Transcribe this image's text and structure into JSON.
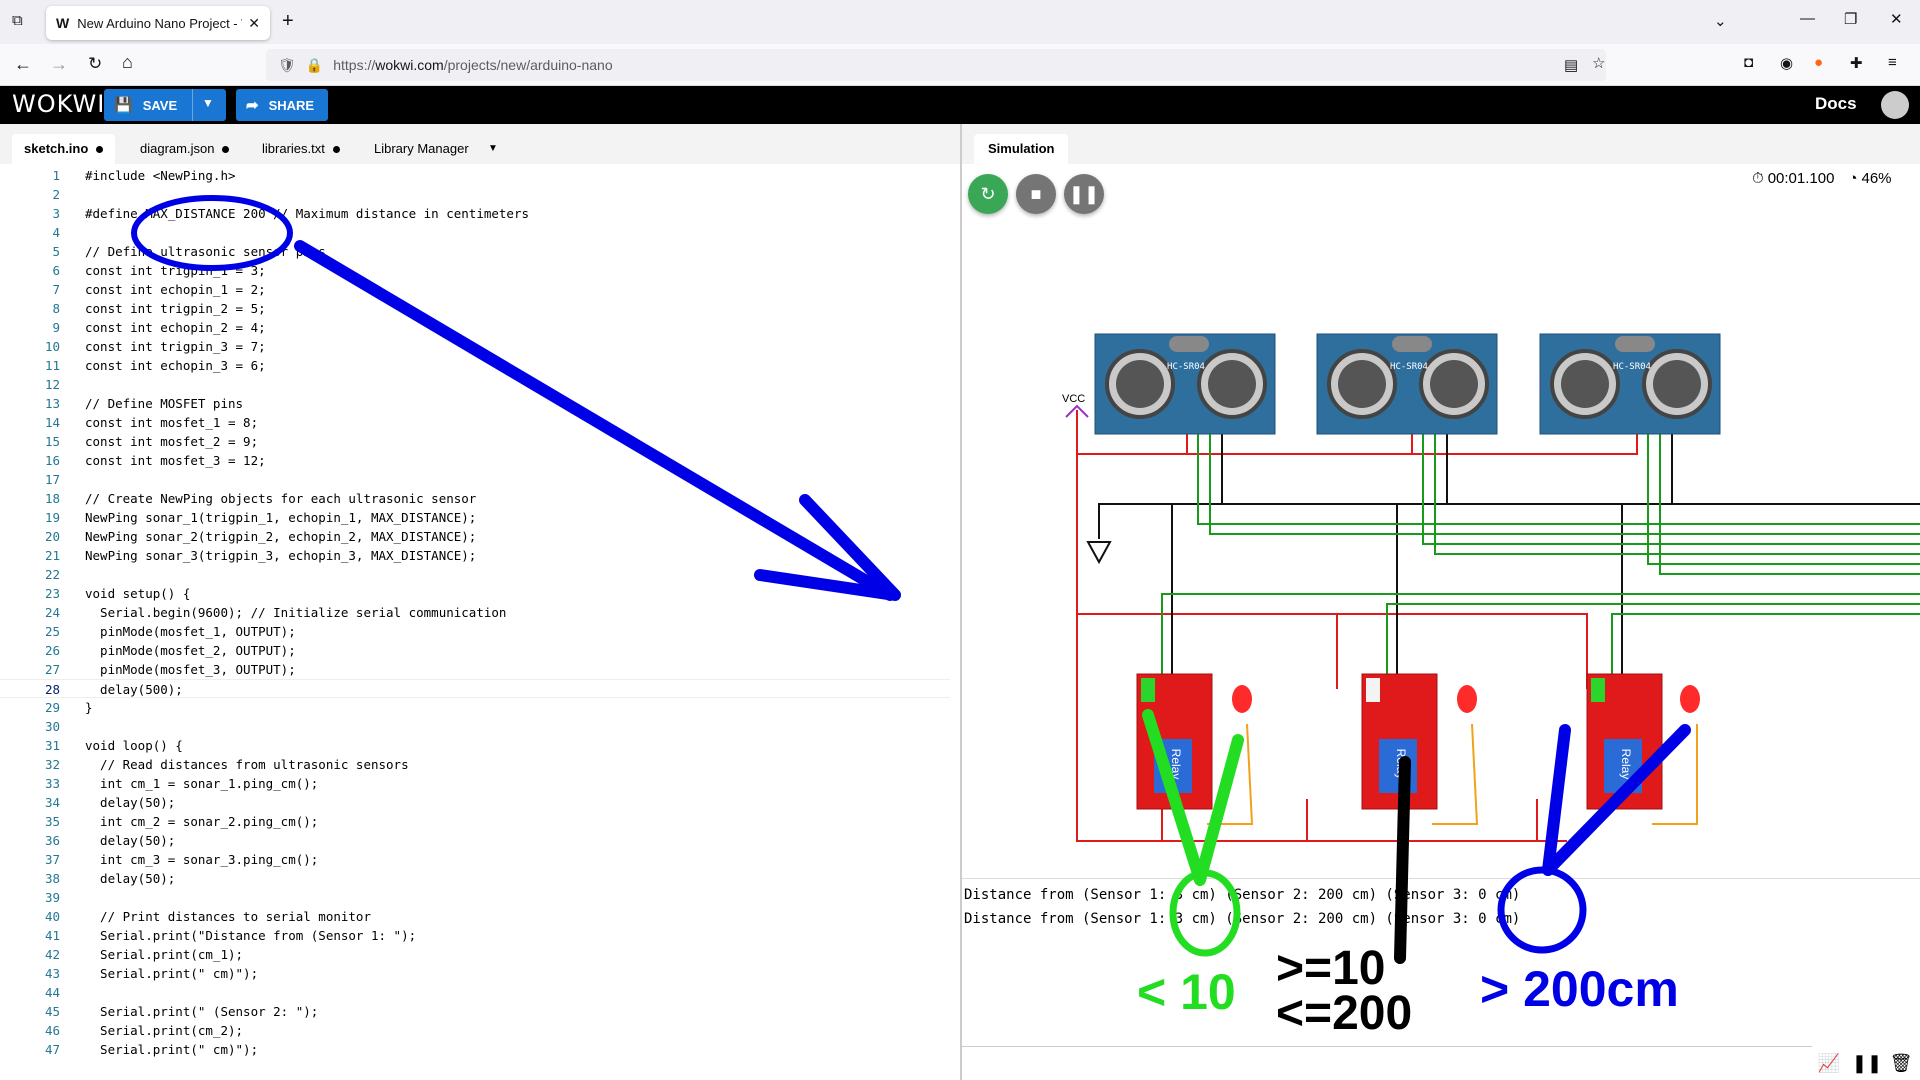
{
  "browser": {
    "tab_title": "New Arduino Nano Project - W",
    "tab_favicon": "W",
    "url_prefix": "https://",
    "url_host": "wokwi.com",
    "url_path": "/projects/new/arduino-nano"
  },
  "header": {
    "logo": "WOKWI",
    "save_label": "SAVE",
    "share_label": "SHARE",
    "docs_label": "Docs"
  },
  "editor": {
    "tabs": [
      "sketch.ino",
      "diagram.json",
      "libraries.txt",
      "Library Manager"
    ],
    "lines": [
      "#include <NewPing.h>",
      "",
      "#define MAX_DISTANCE 200 // Maximum distance in centimeters",
      "",
      "// Define ultrasonic sensor pins",
      "const int trigpin_1 = 3;",
      "const int echopin_1 = 2;",
      "const int trigpin_2 = 5;",
      "const int echopin_2 = 4;",
      "const int trigpin_3 = 7;",
      "const int echopin_3 = 6;",
      "",
      "// Define MOSFET pins",
      "const int mosfet_1 = 8;",
      "const int mosfet_2 = 9;",
      "const int mosfet_3 = 12;",
      "",
      "// Create NewPing objects for each ultrasonic sensor",
      "NewPing sonar_1(trigpin_1, echopin_1, MAX_DISTANCE);",
      "NewPing sonar_2(trigpin_2, echopin_2, MAX_DISTANCE);",
      "NewPing sonar_3(trigpin_3, echopin_3, MAX_DISTANCE);",
      "",
      "void setup() {",
      "  Serial.begin(9600); // Initialize serial communication",
      "  pinMode(mosfet_1, OUTPUT);",
      "  pinMode(mosfet_2, OUTPUT);",
      "  pinMode(mosfet_3, OUTPUT);",
      "  delay(500);",
      "}",
      "",
      "void loop() {",
      "  // Read distances from ultrasonic sensors",
      "  int cm_1 = sonar_1.ping_cm();",
      "  delay(50);",
      "  int cm_2 = sonar_2.ping_cm();",
      "  delay(50);",
      "  int cm_3 = sonar_3.ping_cm();",
      "  delay(50);",
      "",
      "  // Print distances to serial monitor",
      "  Serial.print(\"Distance from (Sensor 1: \");",
      "  Serial.print(cm_1);",
      "  Serial.print(\" cm)\");",
      "",
      "  Serial.print(\" (Sensor 2: \");",
      "  Serial.print(cm_2);",
      "  Serial.print(\" cm)\");"
    ]
  },
  "simulation": {
    "tab_label": "Simulation",
    "timer": "00:01.100",
    "speed": "46%",
    "vcc_label": "VCC",
    "sensor_label": "HC-SR04",
    "relay_label": "Relay",
    "serial_lines": [
      "Distance from (Sensor 1: 3 cm) (Sensor 2: 200 cm) (Sensor 3: 0 cm)",
      "Distance from (Sensor 1: 3 cm) (Sensor 2: 200 cm) (Sensor 3: 0 cm)"
    ]
  },
  "annotations": {
    "green_label": "< 10",
    "black_label_1": ">=10",
    "black_label_2": "<=200",
    "blue_label": "> 200cm"
  },
  "colors": {
    "accent": "#1976d2",
    "annotation_blue": "#0000e6",
    "annotation_green": "#22dd22",
    "board_blue": "#2e6f9e",
    "relay_red": "#e01a1a"
  }
}
